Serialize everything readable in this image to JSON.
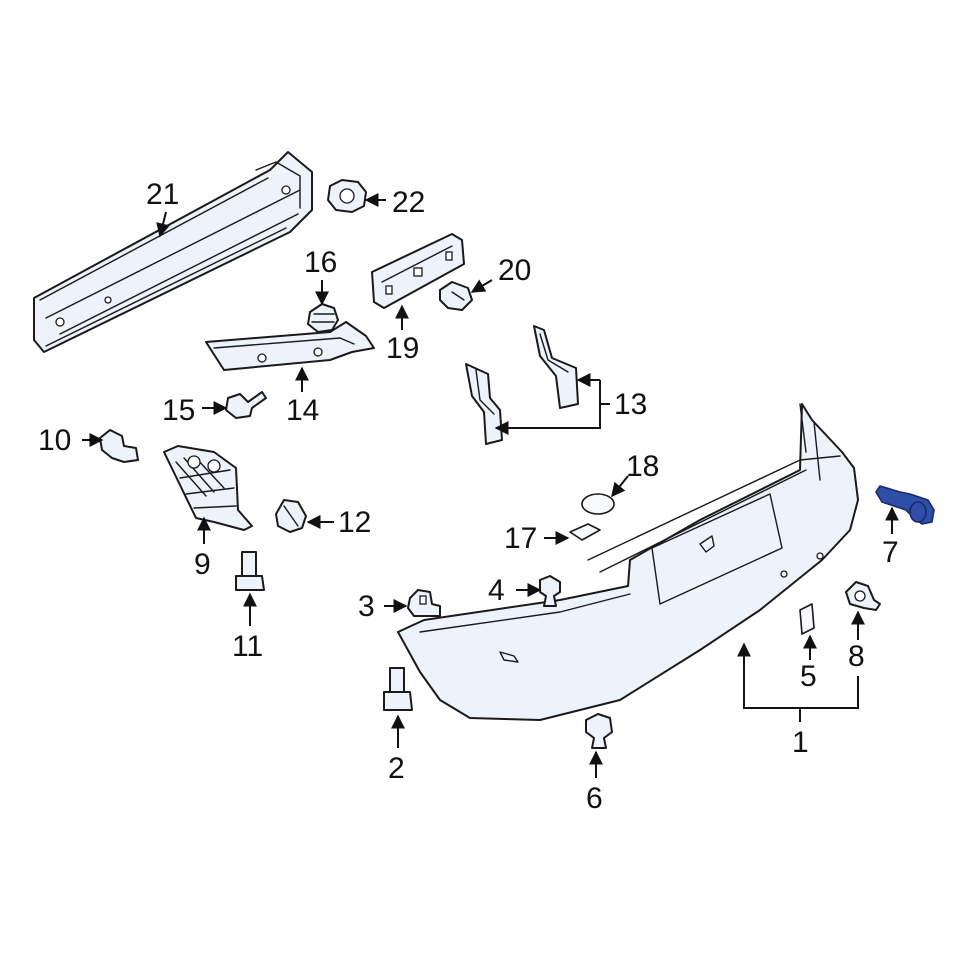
{
  "callouts": {
    "c1": "1",
    "c2": "2",
    "c3": "3",
    "c4": "4",
    "c5": "5",
    "c6": "6",
    "c7": "7",
    "c8": "8",
    "c9": "9",
    "c10": "10",
    "c11": "11",
    "c12": "12",
    "c13": "13",
    "c14": "14",
    "c15": "15",
    "c16": "16",
    "c17": "17",
    "c18": "18",
    "c19": "19",
    "c20": "20",
    "c21": "21",
    "c22": "22"
  },
  "highlighted_part": "7",
  "colors": {
    "line": "#1a1a1a",
    "part_fill": "#eef2fa",
    "highlight": "#2f4ea8",
    "background": "#ffffff"
  }
}
